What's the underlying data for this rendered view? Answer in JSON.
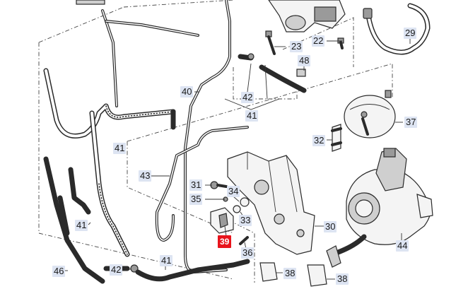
{
  "diagram": {
    "callouts": [
      {
        "id": "c29",
        "text": "29"
      },
      {
        "id": "c22",
        "text": "22"
      },
      {
        "id": "c23",
        "text": "23"
      },
      {
        "id": "c48",
        "text": "48"
      },
      {
        "id": "c40",
        "text": "40"
      },
      {
        "id": "c42a",
        "text": "42"
      },
      {
        "id": "c41a",
        "text": "41"
      },
      {
        "id": "c37",
        "text": "37"
      },
      {
        "id": "c32",
        "text": "32"
      },
      {
        "id": "c41b",
        "text": "41"
      },
      {
        "id": "c43",
        "text": "43"
      },
      {
        "id": "c31",
        "text": "31"
      },
      {
        "id": "c34",
        "text": "34"
      },
      {
        "id": "c35",
        "text": "35"
      },
      {
        "id": "c33",
        "text": "33"
      },
      {
        "id": "c30",
        "text": "30"
      },
      {
        "id": "c41c",
        "text": "41"
      },
      {
        "id": "c39",
        "text": "39"
      },
      {
        "id": "c36",
        "text": "36"
      },
      {
        "id": "c44",
        "text": "44"
      },
      {
        "id": "c46",
        "text": "46"
      },
      {
        "id": "c42b",
        "text": "42"
      },
      {
        "id": "c41d",
        "text": "41"
      },
      {
        "id": "c38a",
        "text": "38"
      },
      {
        "id": "c38b",
        "text": "38"
      }
    ],
    "highlighted_part": "39",
    "highlight_color": "#e8141c",
    "label_background": "#dde4f2"
  }
}
